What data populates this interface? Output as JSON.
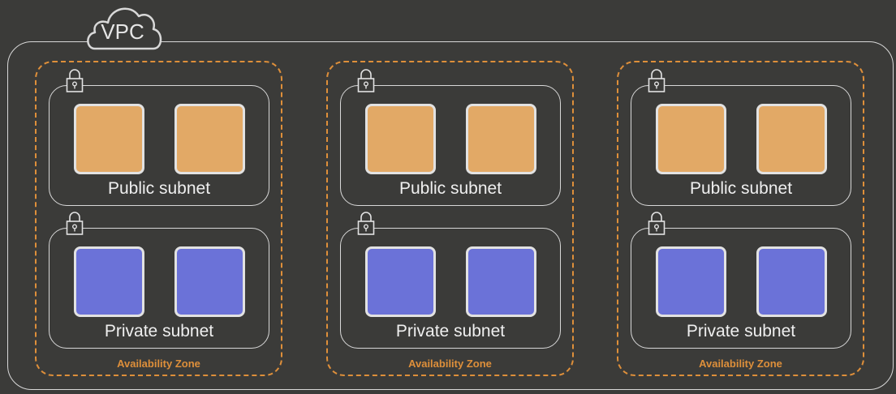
{
  "vpc": {
    "label": "VPC"
  },
  "colors": {
    "background": "#3b3b39",
    "border": "#d8d8d8",
    "availability_zone": "#de8f3a",
    "public_instance": "#e2a966",
    "private_instance": "#6b72d8"
  },
  "icons": [
    "cloud-icon",
    "lock-icon"
  ],
  "availability_zones": [
    {
      "label": "Availability Zone",
      "public_subnet": "Public subnet",
      "private_subnet": "Private subnet"
    },
    {
      "label": "Availability Zone",
      "public_subnet": "Public subnet",
      "private_subnet": "Private subnet"
    },
    {
      "label": "Availability Zone",
      "public_subnet": "Public subnet",
      "private_subnet": "Private subnet"
    }
  ]
}
